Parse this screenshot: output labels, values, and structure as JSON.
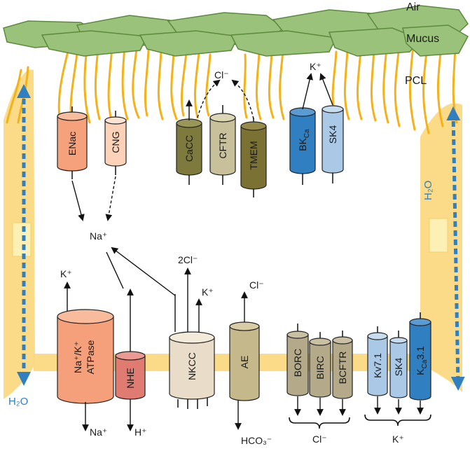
{
  "regions": {
    "air": "Air",
    "mucus": "Mucus",
    "pcl": "PCL"
  },
  "water": {
    "left": "H₂O",
    "right": "H₂O"
  },
  "apical_channels": {
    "enac": "ENac",
    "cng": "CNG",
    "cacc": "CaCC",
    "cftr": "CFTR",
    "tmem": "TMEM",
    "bkca_main": "BK",
    "bkca_sub": "Ca",
    "sk4": "SK4"
  },
  "apical_ions": {
    "cl": "Cl⁻",
    "k": "K⁺",
    "na": "Na⁺"
  },
  "basolateral_channels": {
    "atpase_line1": "Na⁺/K⁺",
    "atpase_line2": "ATPase",
    "nhe": "NHE",
    "nkcc": "NKCC",
    "ae": "AE",
    "borc": "BORC",
    "birc": "BIRC",
    "bcftr": "BCFTR",
    "kv71": "Kv7.1",
    "sk4": "SK4",
    "kca31_main": "K",
    "kca31_sub": "Ca",
    "kca31_tail": "3.1"
  },
  "basolateral_ions": {
    "atpase_k": "K⁺",
    "atpase_na": "Na⁺",
    "nhe_h": "H⁺",
    "nkcc_2cl": "2Cl⁻",
    "nkcc_k": "K⁺",
    "ae_cl": "Cl⁻",
    "ae_hco3": "HCO₃⁻",
    "group_cl": "Cl⁻",
    "group_k": "K⁺"
  },
  "colors": {
    "mucus": "#9bc27a",
    "cilia": "#f3b21c",
    "cell_wall": "#fbd77a",
    "water_arrow": "#2f7fc1",
    "enac": "#f5a27c",
    "cng": "#fcd2b8",
    "cacc": "#7e7a3e",
    "cftr": "#c8c09a",
    "tmem": "#7b7133",
    "bkca": "#2f7fc1",
    "sk4_light": "#a9c9e6",
    "atpase": "#f5a07a",
    "nhe": "#e07b72",
    "nkcc": "#e9dcc8",
    "ae": "#c5b88b",
    "borc": "#b4a989"
  }
}
